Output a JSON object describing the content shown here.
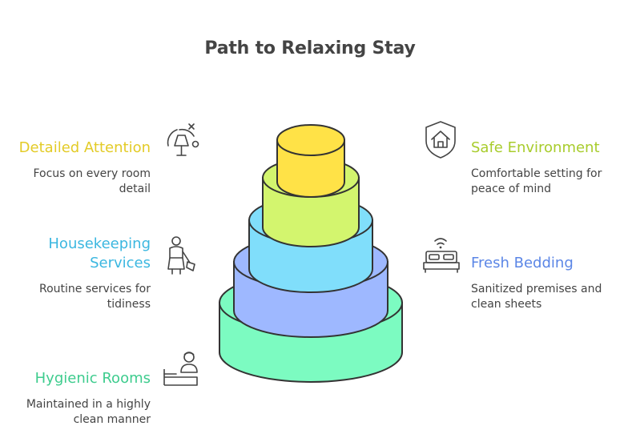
{
  "title": "Path to Relaxing Stay",
  "colors": {
    "yellow": "#FFE247",
    "lime": "#D3F56E",
    "cyan": "#80DEFB",
    "blue": "#9EB8FF",
    "green": "#7CFBC1",
    "outline": "#333333"
  },
  "items": {
    "detailed_attention": {
      "title": "Detailed Attention",
      "desc_line1": "Focus on every room",
      "desc_line2": "detail",
      "icon": "lamp-icon",
      "color": "#E3CB27"
    },
    "housekeeping": {
      "title_line1": "Housekeeping",
      "title_line2": "Services",
      "desc_line1": "Routine services for",
      "desc_line2": "tidiness",
      "icon": "cleaner-icon",
      "color": "#3BB7E0"
    },
    "hygienic_rooms": {
      "title": "Hygienic Rooms",
      "desc_line1": "Maintained in a highly",
      "desc_line2": "clean manner",
      "icon": "bed-person-icon",
      "color": "#3ECC8E"
    },
    "safe_environment": {
      "title": "Safe Environment",
      "desc_line1": "Comfortable setting for",
      "desc_line2": "peace of mind",
      "icon": "home-shield-icon",
      "color": "#A8CC2C"
    },
    "fresh_bedding": {
      "title": "Fresh Bedding",
      "desc_line1": "Sanitized premises and",
      "desc_line2": "clean sheets",
      "icon": "bed-wifi-icon",
      "color": "#5B86E6"
    }
  }
}
